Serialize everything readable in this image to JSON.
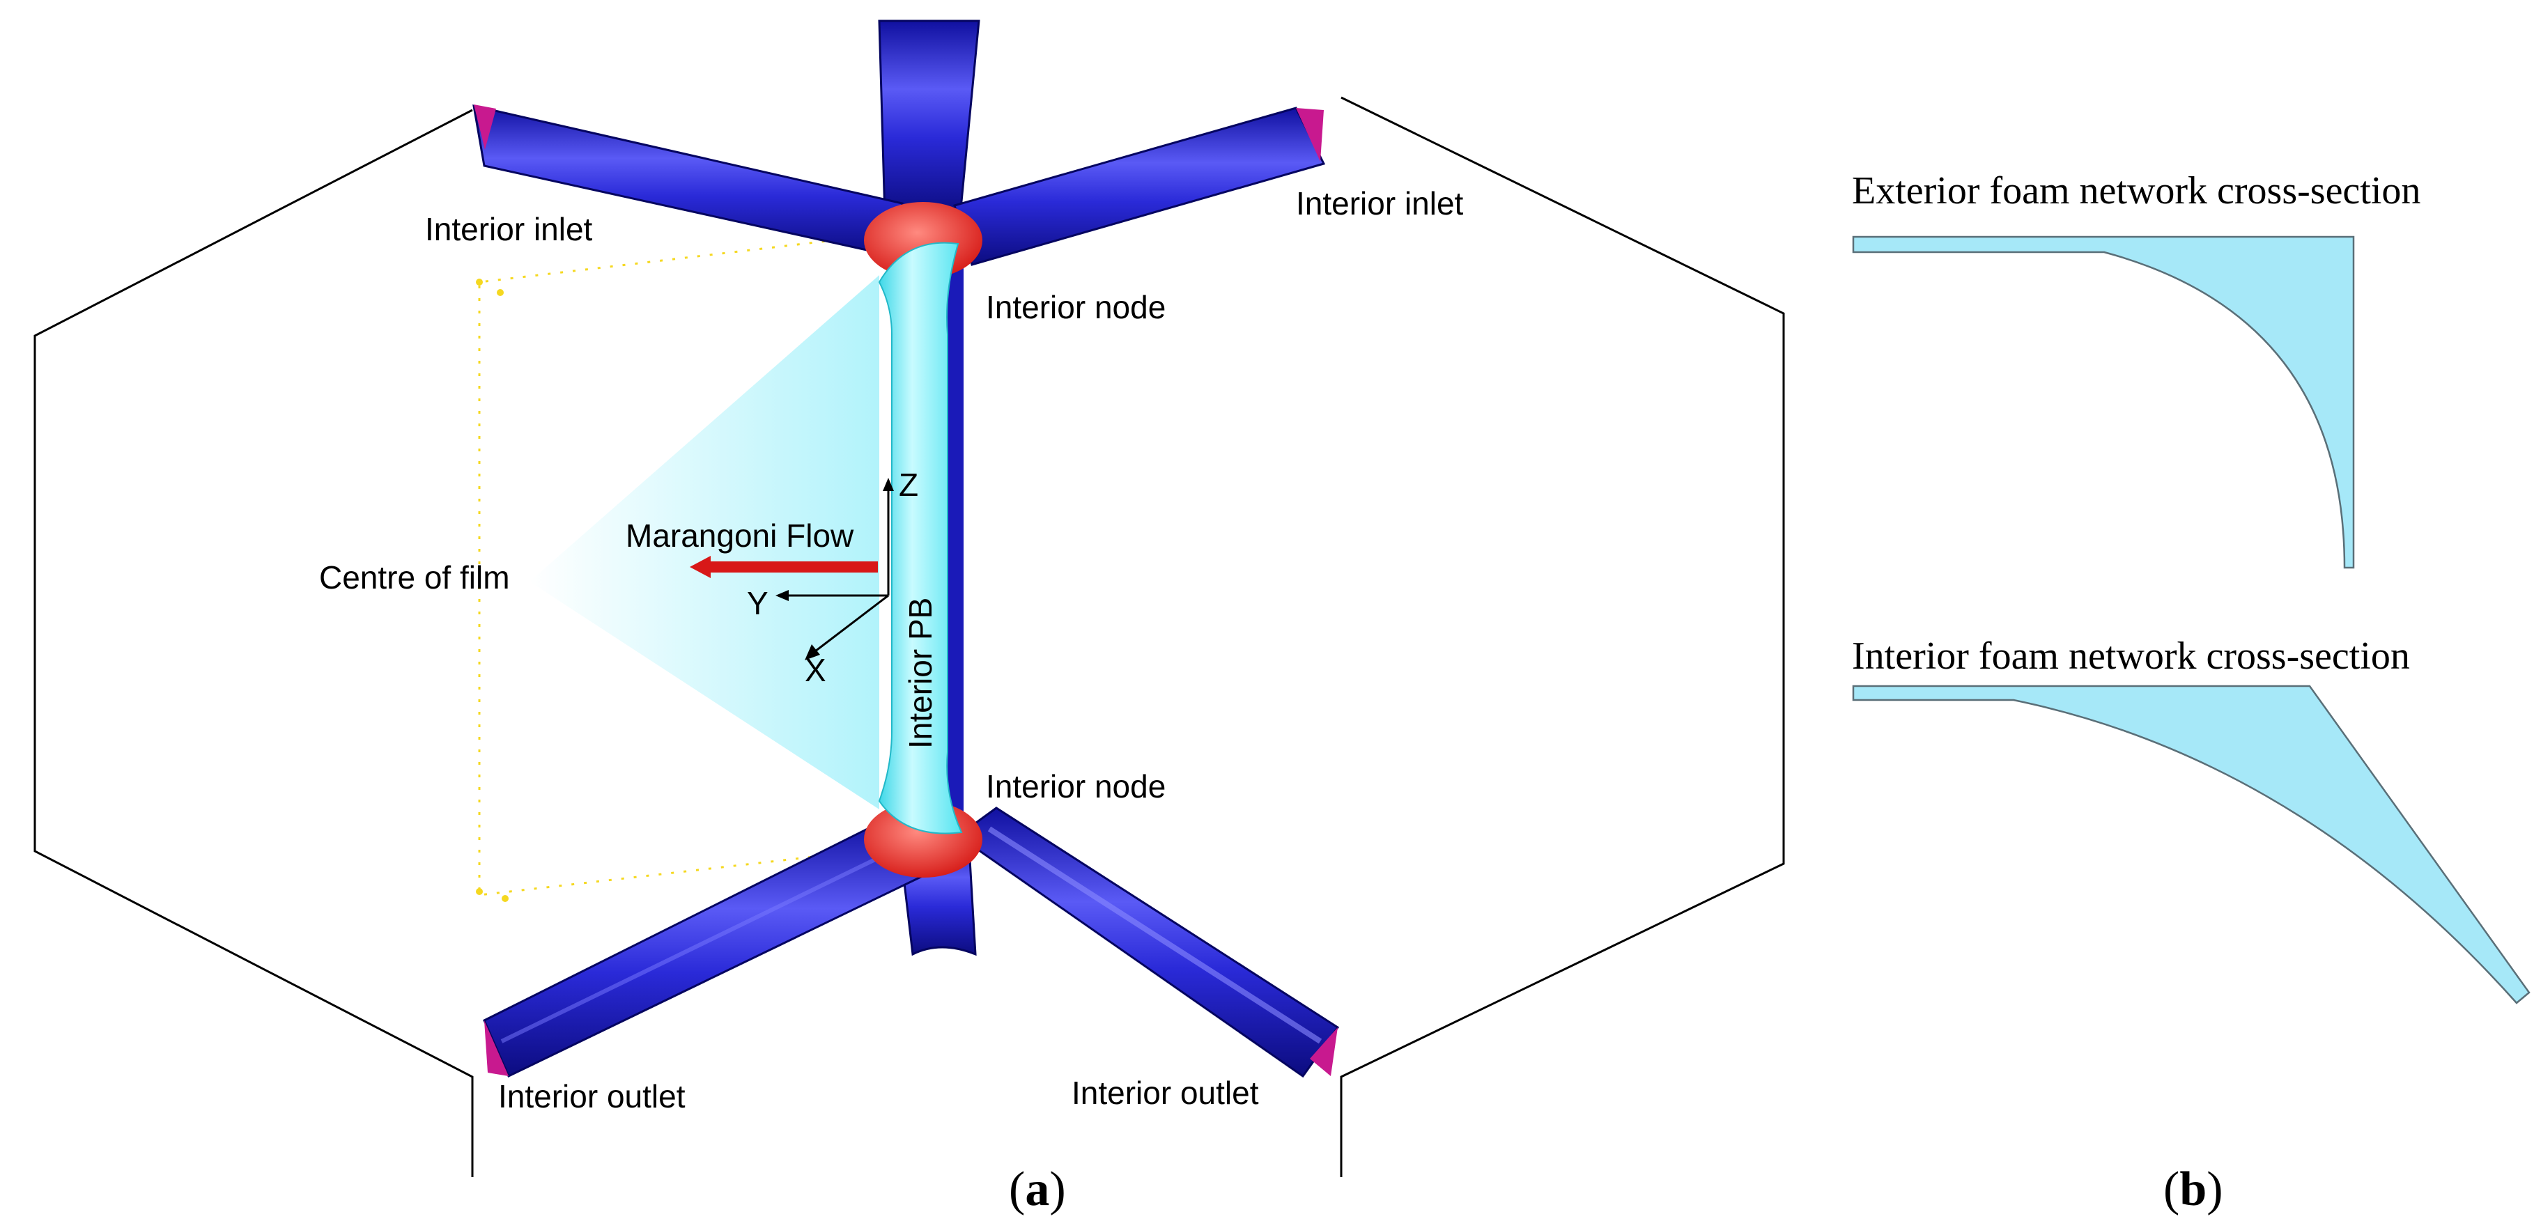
{
  "colors": {
    "channel": "#2a2ad8",
    "node": "#e8302c",
    "interior_pb": "#7ff0f8",
    "film": "#a8f2fb",
    "inlet_tip": "#c8198f",
    "arrow": "#d81818",
    "outline": "#000000",
    "section_fill": "#a6e8f8"
  },
  "panel_a": {
    "label_open": "(",
    "label_letter": "a",
    "label_close": ")",
    "inlet_left": "Interior inlet",
    "inlet_right": "Interior inlet",
    "node_top": "Interior node",
    "node_bottom": "Interior node",
    "outlet_left": "Interior outlet",
    "outlet_right": "Interior outlet",
    "centre_of_film": "Centre of film",
    "marangoni": "Marangoni Flow",
    "interior_pb": "Interior PB",
    "axis_z": "Z",
    "axis_y": "Y",
    "axis_x": "X"
  },
  "panel_b": {
    "label_open": "(",
    "label_letter": "b",
    "label_close": ")",
    "exterior_title": "Exterior foam network cross-section",
    "interior_title": "Interior foam network cross-section"
  }
}
